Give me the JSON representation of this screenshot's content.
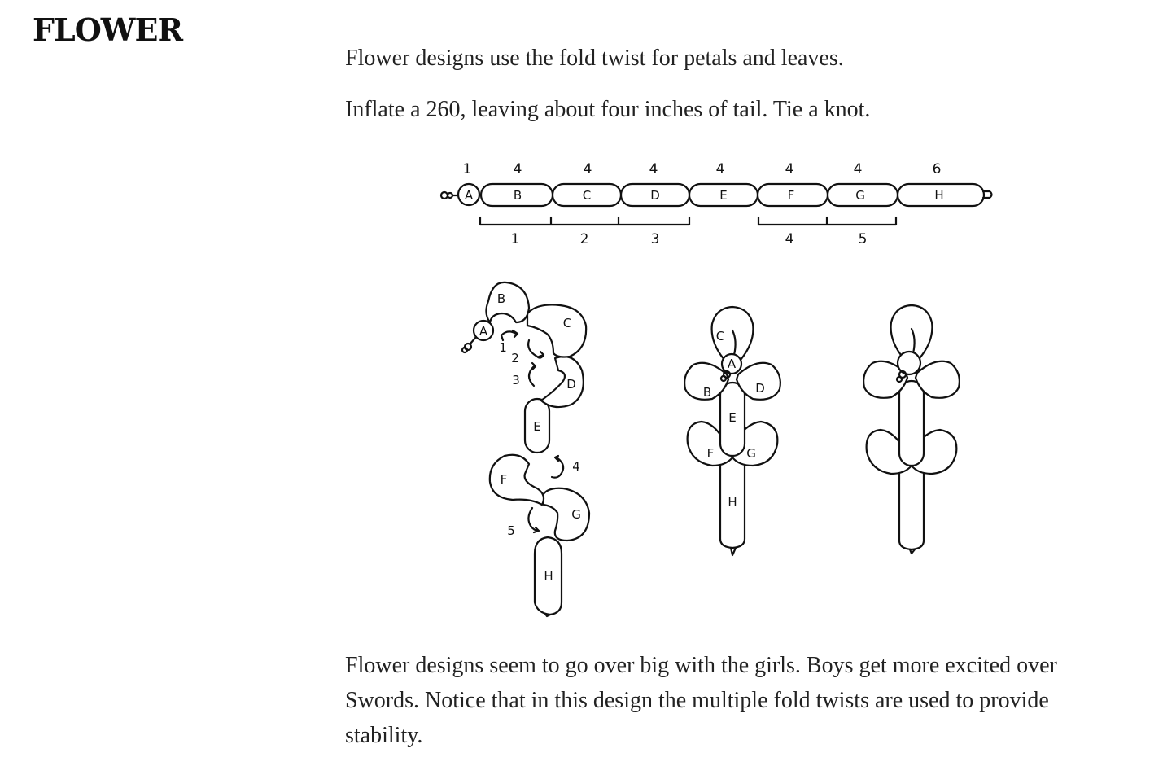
{
  "page": {
    "title": "FLOWER",
    "paragraphs": [
      "Flower designs use the fold twist for petals and leaves.",
      "Inflate a 260, leaving about four inches of tail. Tie a knot.",
      "Flower designs seem to go over big with the girls. Boys get more excited over Swords. Notice that in this design the multiple fold twists are used to provide stability."
    ]
  },
  "diagram": {
    "bubbles": [
      {
        "label": "A",
        "length": "1"
      },
      {
        "label": "B",
        "length": "4"
      },
      {
        "label": "C",
        "length": "4"
      },
      {
        "label": "D",
        "length": "4"
      },
      {
        "label": "E",
        "length": "4"
      },
      {
        "label": "F",
        "length": "4"
      },
      {
        "label": "G",
        "length": "4"
      },
      {
        "label": "H",
        "length": "6"
      }
    ],
    "twists": [
      "1",
      "2",
      "3",
      "4",
      "5"
    ],
    "step_labels": {
      "stepA": [
        "A",
        "B",
        "C",
        "D",
        "E",
        "F",
        "G",
        "H"
      ],
      "stepA_twists": [
        "1",
        "2",
        "3",
        "4",
        "5"
      ],
      "stepB": [
        "C",
        "A",
        "B",
        "D",
        "E",
        "F",
        "G",
        "H"
      ]
    }
  }
}
